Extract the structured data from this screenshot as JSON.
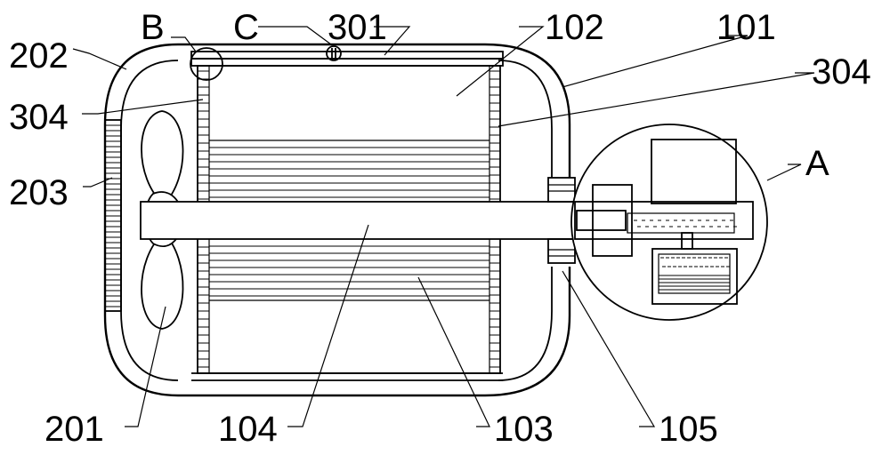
{
  "labels": {
    "l202": "202",
    "lB": "B",
    "lC": "C",
    "l301": "301",
    "l102": "102",
    "l101": "101",
    "l304a": "304",
    "l304b": "304",
    "l203": "203",
    "lA": "A",
    "l201": "201",
    "l104": "104",
    "l103": "103",
    "l105": "105"
  }
}
